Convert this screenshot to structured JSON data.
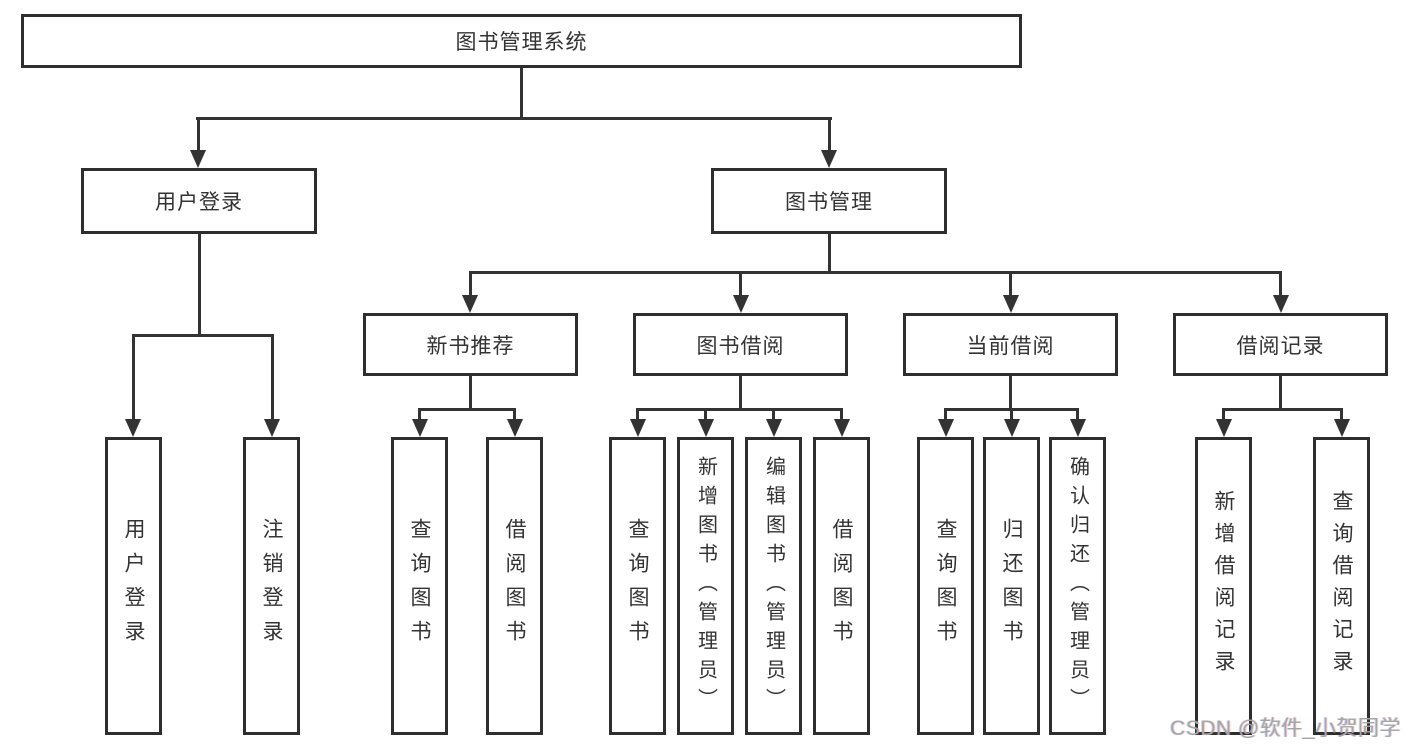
{
  "diagram": {
    "type": "hierarchy-tree",
    "title": "图书管理系统",
    "watermark": "CSDN @软件_小贺同学"
  },
  "colors": {
    "line": "#333333",
    "box_border": "#2e2e2e",
    "text": "#333333",
    "watermark": "#a6a6a6",
    "background": "#ffffff"
  },
  "nodes": {
    "root": "图书管理系统",
    "user_login": "用户登录",
    "book_mgmt": "图书管理",
    "new_book_rec": "新书推荐",
    "book_borrow": "图书借阅",
    "current_borrow": "当前借阅",
    "borrow_records": "借阅记录",
    "leaf_user_login": "用户登录",
    "leaf_logout": "注销登录",
    "leaf_rec_query": "查询图书",
    "leaf_rec_borrow": "借阅图书",
    "leaf_bb_query": "查询图书",
    "leaf_bb_add": "新增图书（管理员）",
    "leaf_bb_edit": "编辑图书（管理员）",
    "leaf_bb_borrow": "借阅图书",
    "leaf_cb_query": "查询图书",
    "leaf_cb_return": "归还图书",
    "leaf_cb_confirm": "确认归还（管理员）",
    "leaf_br_add": "新增借阅记录",
    "leaf_br_query": "查询借阅记录"
  },
  "hierarchy": {
    "图书管理系统": {
      "用户登录": [
        "用户登录",
        "注销登录"
      ],
      "图书管理": {
        "新书推荐": [
          "查询图书",
          "借阅图书"
        ],
        "图书借阅": [
          "查询图书",
          "新增图书（管理员）",
          "编辑图书（管理员）",
          "借阅图书"
        ],
        "当前借阅": [
          "查询图书",
          "归还图书",
          "确认归还（管理员）"
        ],
        "借阅记录": [
          "新增借阅记录",
          "查询借阅记录"
        ]
      }
    }
  }
}
